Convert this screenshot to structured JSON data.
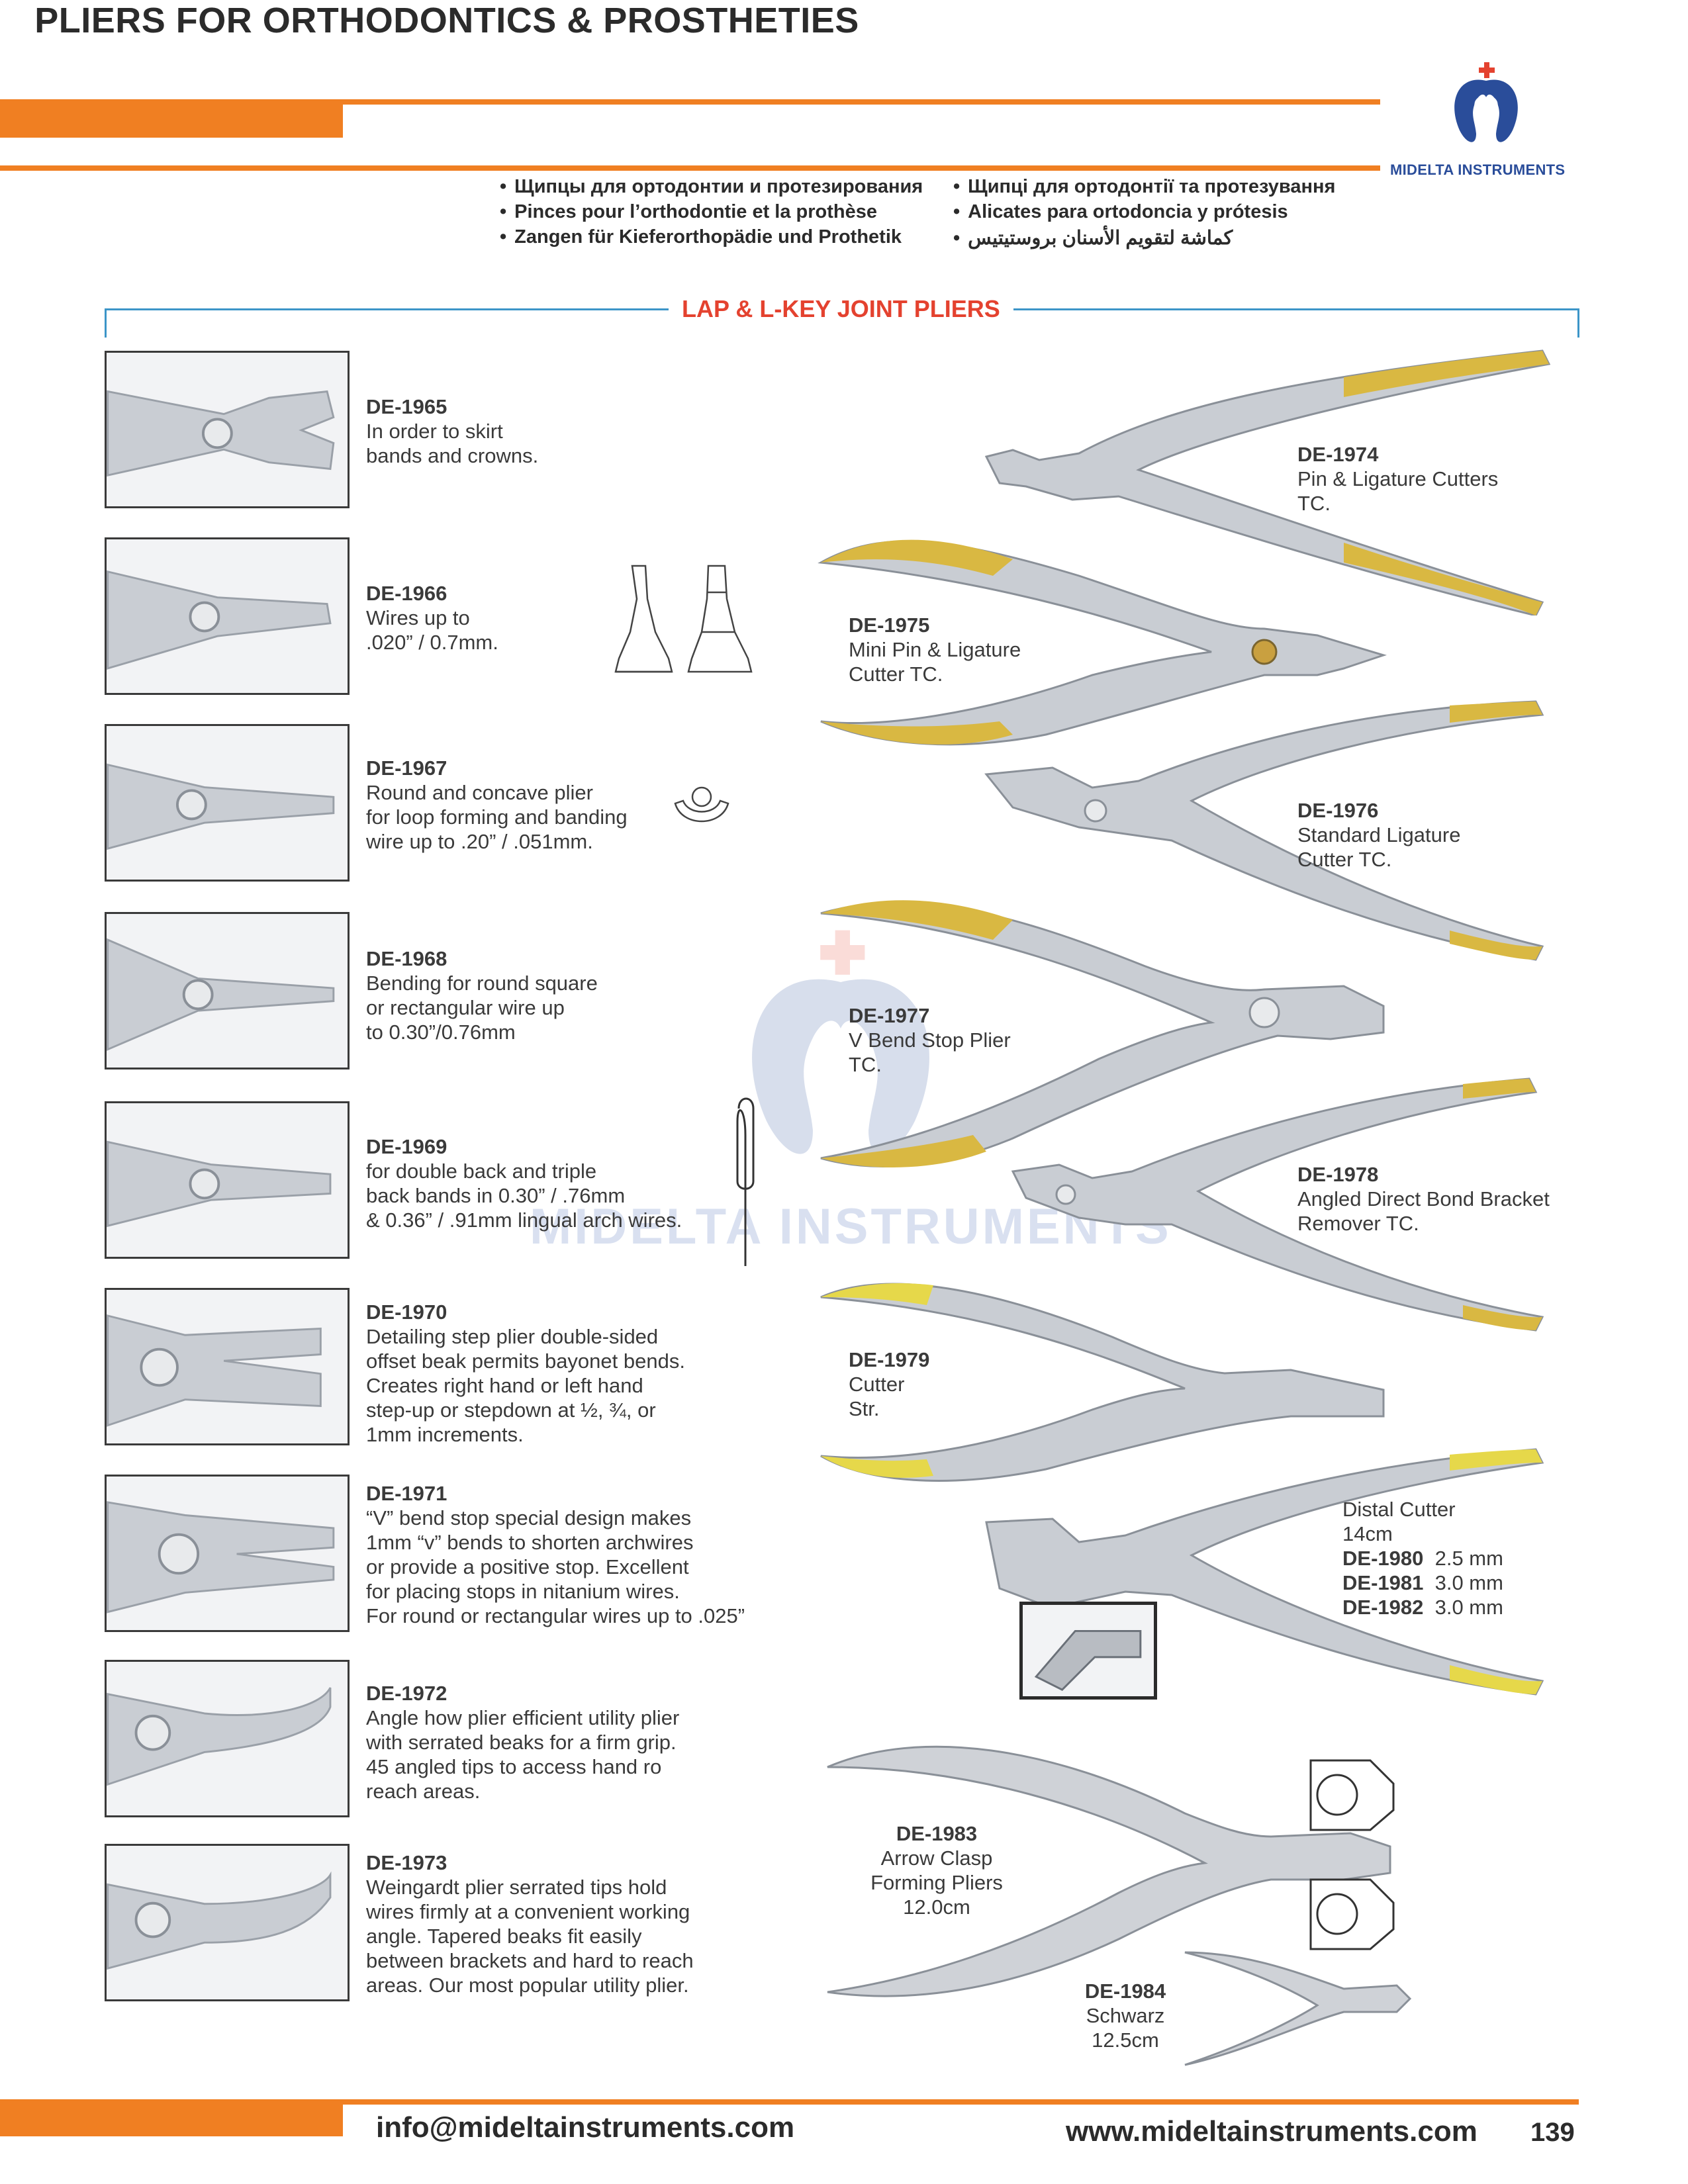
{
  "header": {
    "title": "PLIERS FOR ORTHODONTICS & PROSTHETIES",
    "brand": "MIDELTA INSTRUMENTS",
    "languages_left": [
      "Щипцы для ортодонтии и протезирования",
      "Pinces pour l’orthodontie et la prothèse",
      "Zangen für Kieferorthopädie und Prothetik"
    ],
    "languages_right": [
      "Щипці для ортодонтії та протезування",
      "Alicates para ortodoncia y prótesis",
      "كماشة لتقويم الأسنان بروستيتيس"
    ],
    "colors": {
      "accent_orange": "#f07f22",
      "section_blue": "#3c95c8",
      "section_title_red": "#e4422f",
      "brand_blue": "#2a4d9a"
    }
  },
  "section": {
    "title": "LAP & L-KEY JOINT PLIERS"
  },
  "left_items": [
    {
      "code": "DE-1965",
      "lines": [
        "In order to skirt",
        "bands and crowns."
      ]
    },
    {
      "code": "DE-1966",
      "lines": [
        "Wires up to",
        ".020” / 0.7mm."
      ]
    },
    {
      "code": "DE-1967",
      "lines": [
        "Round and concave plier",
        "for loop forming and banding",
        "wire up to .20” / .051mm."
      ]
    },
    {
      "code": "DE-1968",
      "lines": [
        "Bending for round square",
        "or rectangular wire up",
        "to 0.30”/0.76mm"
      ]
    },
    {
      "code": "DE-1969",
      "lines": [
        "for double back and triple",
        "back bands in 0.30” / .76mm",
        "& 0.36” / .91mm lingual arch wires."
      ]
    },
    {
      "code": "DE-1970",
      "lines": [
        "Detailing step plier double-sided",
        "offset beak permits bayonet bends.",
        "Creates right hand or left hand",
        "step-up or stepdown at ½, ¾, or",
        "1mm increments."
      ]
    },
    {
      "code": "DE-1971",
      "lines": [
        "“V” bend stop special design makes",
        "1mm “v” bends to shorten archwires",
        "or provide a positive stop. Excellent",
        "for placing stops in nitanium wires.",
        "For round or rectangular wires up to .025”"
      ]
    },
    {
      "code": "DE-1972",
      "lines": [
        "Angle how plier efficient utility plier",
        "with serrated beaks for a firm grip.",
        "45 angled tips to access hand ro",
        "reach areas."
      ]
    },
    {
      "code": "DE-1973",
      "lines": [
        "Weingardt plier serrated tips hold",
        "wires firmly at a convenient working",
        "angle. Tapered beaks fit easily",
        "between brackets and hard to reach",
        "areas. Our most popular utility plier."
      ]
    }
  ],
  "right_items": [
    {
      "code": "DE-1974",
      "lines": [
        "Pin & Ligature Cutters",
        "TC."
      ]
    },
    {
      "code": "DE-1975",
      "lines": [
        "Mini Pin & Ligature",
        "Cutter TC."
      ]
    },
    {
      "code": "DE-1976",
      "lines": [
        "Standard Ligature",
        "Cutter TC."
      ]
    },
    {
      "code": "DE-1977",
      "lines": [
        "V Bend Stop Plier",
        "TC."
      ]
    },
    {
      "code": "DE-1978",
      "lines": [
        "Angled Direct Bond Bracket",
        "Remover TC."
      ]
    },
    {
      "code": "DE-1979",
      "lines": [
        "Cutter",
        "Str."
      ]
    }
  ],
  "distal_cutter": {
    "name": "Distal Cutter",
    "size": "14cm",
    "variants": [
      {
        "code": "DE-1980",
        "value": "2.5 mm"
      },
      {
        "code": "DE-1981",
        "value": "3.0 mm"
      },
      {
        "code": "DE-1982",
        "value": "3.0 mm"
      }
    ]
  },
  "bottom_items": [
    {
      "code": "DE-1983",
      "lines": [
        "Arrow Clasp",
        "Forming Pliers",
        "12.0cm"
      ]
    },
    {
      "code": "DE-1984",
      "lines": [
        "Schwarz",
        "12.5cm"
      ]
    }
  ],
  "watermark": "MIDELTA INSTRUMENTS",
  "footer": {
    "email": "info@mideltainstruments.com",
    "website": "www.mideltainstruments.com",
    "page_number": "139"
  }
}
